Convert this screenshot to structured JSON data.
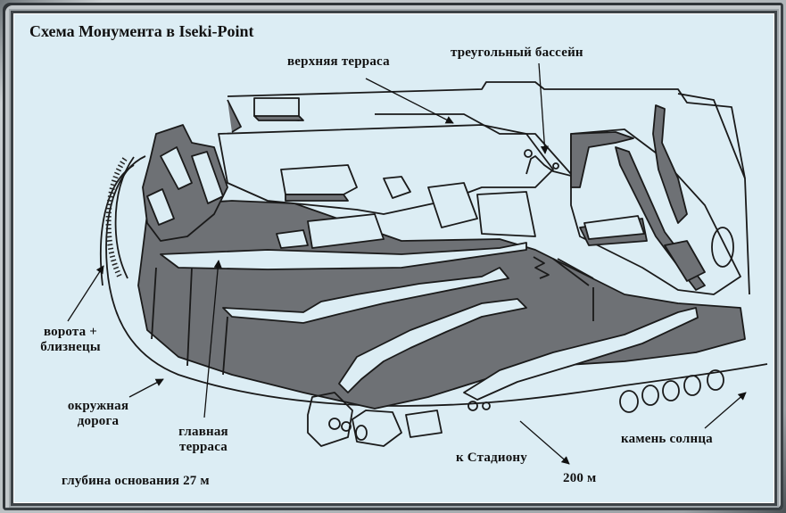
{
  "map": {
    "title": "Схема Монумента в Iseki-Point",
    "colors": {
      "background": "#dcedf4",
      "structure_fill": "#6e7175",
      "line": "#1a1a1a",
      "frame": "#3d4347"
    },
    "labels": {
      "upper_terrace": "верхняя терраса",
      "triangular_pool": "треугольный бассейн",
      "gate_twins_line1": "ворота +",
      "gate_twins_line2": "близнецы",
      "ring_road_line1": "окружная",
      "ring_road_line2": "дорога",
      "main_terrace_line1": "главная",
      "main_terrace_line2": "терраса",
      "to_stadium": "к Стадиону",
      "distance": "200 м",
      "sun_stone": "камень солнца",
      "base_depth": "глубина основания 27 м"
    },
    "icons": {
      "arrow": "arrow-icon"
    }
  }
}
